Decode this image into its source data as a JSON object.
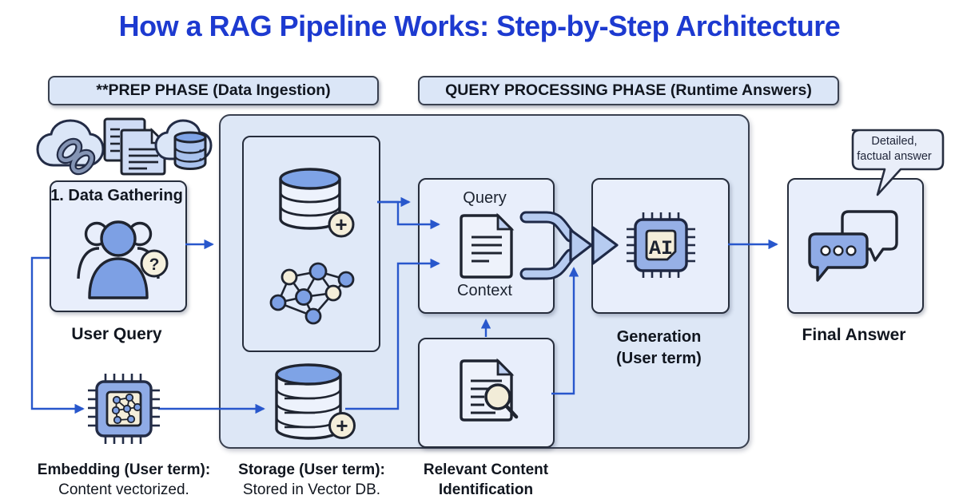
{
  "title": "How a RAG Pipeline Works: Step-by-Step Architecture",
  "phases": {
    "prep_label": "**PREP PHASE (Data Ingestion)",
    "query_label": "QUERY PROCESSING PHASE (Runtime Answers)"
  },
  "data_gathering": {
    "box_label": "1. Data Gathering",
    "caption": "User Query"
  },
  "embedding": {
    "term": "Embedding (User term):",
    "desc": "Content vectorized."
  },
  "storage": {
    "term": "Storage (User term):",
    "desc": "Stored in Vector DB."
  },
  "query_context": {
    "top_label": "Query",
    "bottom_label": "Context"
  },
  "relevant": {
    "line1": "Relevant Content",
    "line2": "Identification"
  },
  "generation": {
    "line1": "Generation",
    "line2": "(User term)"
  },
  "final_answer": {
    "caption": "Final Answer"
  },
  "callout": {
    "line1": "Detailed,",
    "line2": "factual answer"
  },
  "glyphs": {
    "ai_chip": "AI",
    "question_badge": "?",
    "plus_badge": "+"
  },
  "icons": {
    "top_sources": [
      "cloud-link-icon",
      "documents-icon",
      "cloud-database-icon"
    ],
    "nodes": [
      "users-question-icon",
      "chip-network-icon",
      "database-add-icon",
      "graph-network-icon",
      "vector-database-add-icon",
      "document-icon",
      "merge-arrow-icon",
      "ai-chip-icon",
      "document-search-icon",
      "chat-bubbles-icon",
      "speech-callout-icon"
    ]
  },
  "colors": {
    "title_blue": "#1d3ad0",
    "arrow_blue": "#2857cc",
    "panel_fill": "#dde7f6",
    "box_fill": "#e8eefb",
    "icon_blue": "#7da0e4",
    "chip_blue": "#8fabe6",
    "cream": "#f4eeda",
    "outline_dark": "#232c46"
  }
}
